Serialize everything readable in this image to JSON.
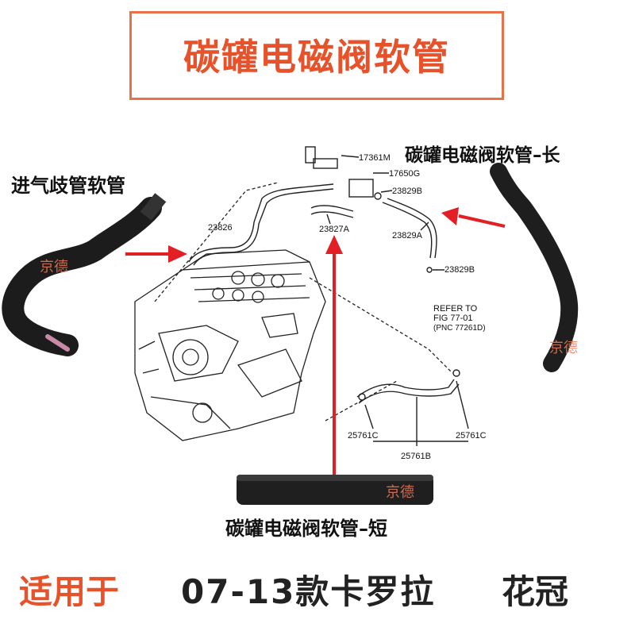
{
  "title": {
    "text": "碳罐电磁阀软管",
    "color": "#e8522a",
    "frame_color": "#e8714a"
  },
  "labels": {
    "intake": "进气歧管软管",
    "long": "碳罐电磁阀软管–长",
    "short": "碳罐电磁阀软管–短"
  },
  "parts": {
    "p17361m": "17361M",
    "p17650g": "17650G",
    "p23829b": "23829B",
    "p23826": "23826",
    "p23827a": "23827A",
    "p23829a": "23829A",
    "p23829b_2": "23829B",
    "refer_line1": "REFER TO",
    "refer_line2": "FIG 77-01",
    "refer_line3": "(PNC 77261D)",
    "p25761c": "25761C",
    "p25761c_2": "25761C",
    "p25761b": "25761B"
  },
  "watermark": "京德",
  "compat": {
    "fits": "适用于",
    "years": "07-13款卡罗拉",
    "model": "花冠"
  },
  "colors": {
    "arrow": "#e31e24",
    "accent": "#e8522a"
  }
}
